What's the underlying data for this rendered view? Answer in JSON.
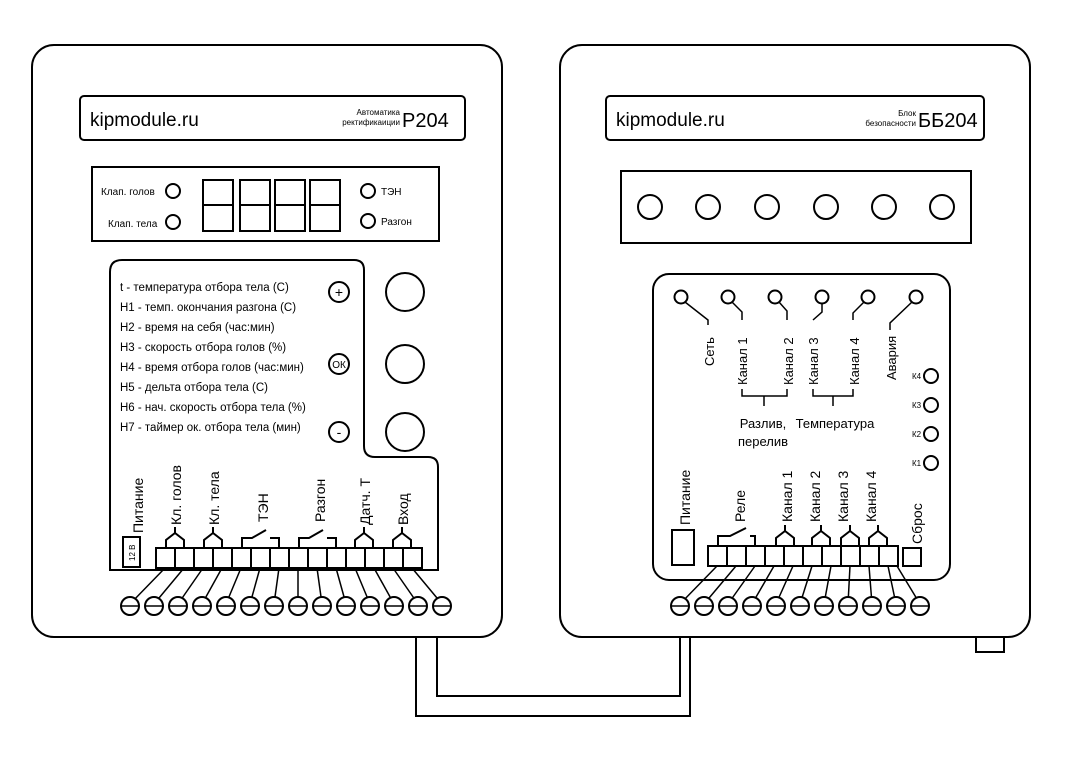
{
  "left_unit": {
    "brand": "kipmodule.ru",
    "subtitle_line1": "Автоматика",
    "subtitle_line2": "ректификаиции",
    "model": "Р204",
    "indicators": {
      "klap_golov": "Клап. голов",
      "klap_tela": "Клап. тела",
      "ten": "ТЭН",
      "razgon": "Разгон"
    },
    "params": [
      "t - температура отбора тела (С)",
      "Н1 - темп. окончания разгона (С)",
      "Н2 - время на себя (час:мин)",
      "Н3 - скорость отбора голов (%)",
      "Н4 - время отбора голов (час:мин)",
      "Н5 - дельта отбора тела (С)",
      "Н6 - нач. скорость отбора тела (%)",
      "Н7 - таймер ок. отбора тела (мин)"
    ],
    "buttons": {
      "plus": "+",
      "ok": "ОК",
      "minus": "-"
    },
    "power_voltage": "12 В",
    "terminal_labels": [
      "Питание",
      "Кл. голов",
      "Кл. тела",
      "ТЭН",
      "Разгон",
      "Датч. Т",
      "Вход"
    ]
  },
  "right_unit": {
    "brand": "kipmodule.ru",
    "subtitle_line1": "Блок",
    "subtitle_line2": "безопасности",
    "model": "ББ204",
    "led_labels": [
      "Сеть",
      "Канал 1",
      "Канал 2",
      "Канал 3",
      "Канал 4",
      "Авария"
    ],
    "group_labels": {
      "razliv_line1": "Разлив,",
      "razliv_line2": "перелив",
      "temperatura": "Температура"
    },
    "sensor_labels": [
      "К4",
      "К3",
      "К2",
      "К1"
    ],
    "terminal_labels": [
      "Питание",
      "Реле",
      "Канал 1",
      "Канал 2",
      "Канал 3",
      "Канал 4",
      "Сброс"
    ]
  }
}
